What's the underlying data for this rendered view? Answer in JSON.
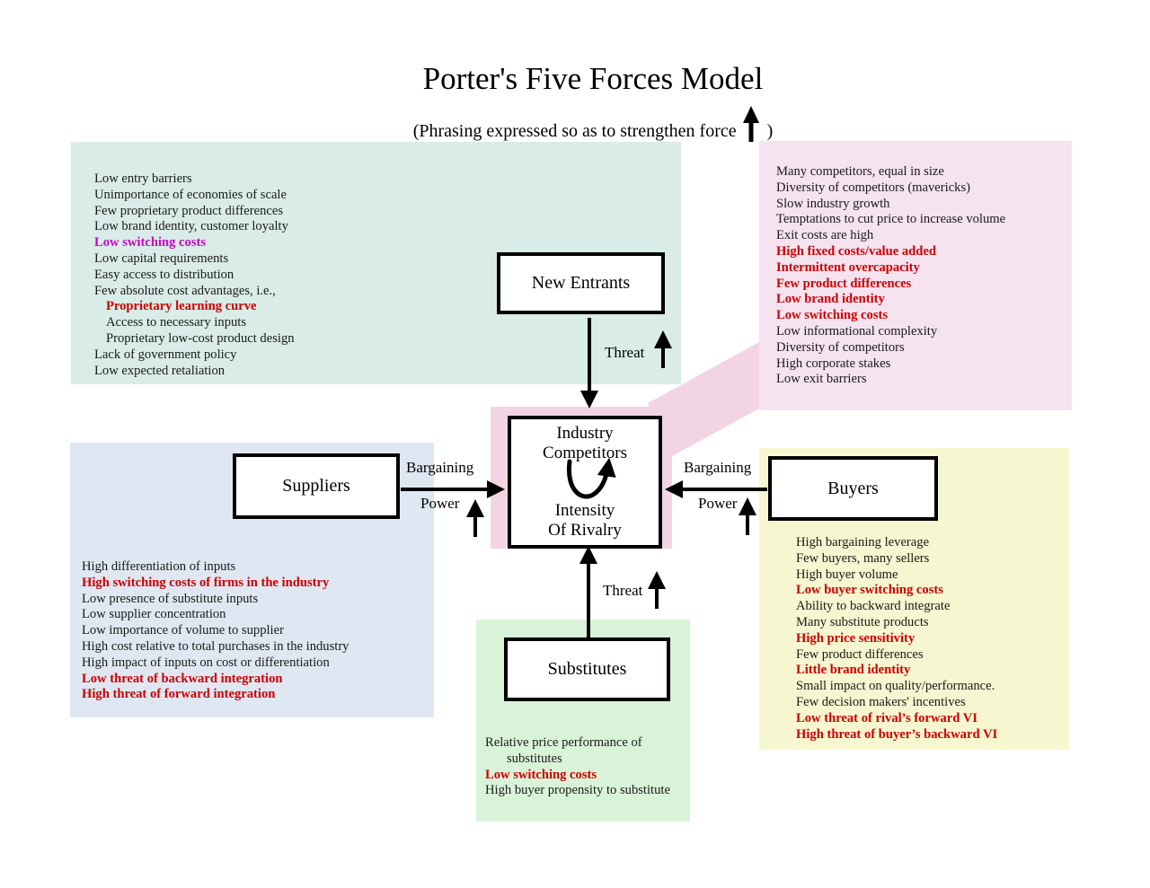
{
  "title": "Porter's Five Forces Model",
  "subtitle": {
    "prefix": "(Phrasing expressed so as to strengthen force",
    "suffix": ")",
    "arrow_icon": "up-arrow"
  },
  "colors": {
    "teal": "#d9ece7",
    "pinkLight": "#f5e3ef",
    "pinkStrong": "#f3d4e4",
    "lavender": "#dfe7f3",
    "yellow": "#f6f6d0",
    "green": "#d9f3d9",
    "red": "#cc0000",
    "magenta": "#cc00cc"
  },
  "nodes": {
    "new_entrants": "New Entrants",
    "suppliers": "Suppliers",
    "buyers": "Buyers",
    "substitutes": "Substitutes",
    "center_lines": [
      "Industry",
      "Competitors",
      "Intensity",
      "Of Rivalry"
    ]
  },
  "labels": {
    "bargaining": "Bargaining",
    "power": "Power",
    "threat": "Threat"
  },
  "factors": {
    "new_entrants": [
      {
        "t": "Low entry barriers"
      },
      {
        "t": "Unimportance of economies of scale"
      },
      {
        "t": "Few proprietary product differences"
      },
      {
        "t": "Low brand identity, customer loyalty"
      },
      {
        "t": "Low switching costs",
        "s": "magenta"
      },
      {
        "t": "Low capital requirements"
      },
      {
        "t": "Easy access to distribution"
      },
      {
        "t": "Few absolute cost advantages, i.e.,"
      },
      {
        "t": "Proprietary learning curve",
        "s": "red",
        "i": 1
      },
      {
        "t": "Access to necessary inputs",
        "i": 1
      },
      {
        "t": "Proprietary low-cost product design",
        "i": 1
      },
      {
        "t": "Lack of government policy"
      },
      {
        "t": "Low expected retaliation"
      }
    ],
    "rivalry": [
      {
        "t": "Many competitors, equal in size"
      },
      {
        "t": "Diversity of competitors (mavericks)"
      },
      {
        "t": "Slow industry growth"
      },
      {
        "t": "Temptations to cut price to increase volume"
      },
      {
        "t": "Exit costs are high"
      },
      {
        "t": "High fixed costs/value added",
        "s": "red"
      },
      {
        "t": "Intermittent overcapacity",
        "s": "red"
      },
      {
        "t": "Few product differences",
        "s": "red"
      },
      {
        "t": "Low brand identity",
        "s": "red"
      },
      {
        "t": "Low switching costs",
        "s": "red"
      },
      {
        "t": "Low informational complexity"
      },
      {
        "t": "Diversity of competitors"
      },
      {
        "t": "High corporate stakes"
      },
      {
        "t": "Low exit barriers"
      }
    ],
    "suppliers": [
      {
        "t": "High differentiation of inputs"
      },
      {
        "t": "High switching costs of firms in the industry",
        "s": "red"
      },
      {
        "t": "Low presence of substitute inputs"
      },
      {
        "t": "Low supplier concentration"
      },
      {
        "t": "Low importance of volume to supplier"
      },
      {
        "t": "High cost relative to total purchases in the industry"
      },
      {
        "t": "High impact of inputs on cost or differentiation"
      },
      {
        "t": "Low threat of backward integration",
        "s": "red"
      },
      {
        "t": "High threat of forward integration",
        "s": "red"
      }
    ],
    "buyers": [
      {
        "t": "High bargaining leverage"
      },
      {
        "t": "Few buyers, many sellers"
      },
      {
        "t": "High buyer volume"
      },
      {
        "t": "Low buyer switching costs",
        "s": "red"
      },
      {
        "t": "Ability to backward integrate"
      },
      {
        "t": "Many substitute products"
      },
      {
        "t": "High price sensitivity",
        "s": "red"
      },
      {
        "t": "Few product differences"
      },
      {
        "t": "Little brand identity",
        "s": "red"
      },
      {
        "t": "Small impact on quality/performance."
      },
      {
        "t": "Few decision makers' incentives"
      },
      {
        "t": "Low threat of rival’s forward VI",
        "s": "red"
      },
      {
        "t": "High threat of buyer’s backward VI",
        "s": "red"
      }
    ],
    "substitutes": [
      {
        "t": "Relative price performance of substitutes"
      },
      {
        "t": "Low switching costs",
        "s": "red"
      },
      {
        "t": "High buyer propensity to substitute"
      }
    ]
  }
}
